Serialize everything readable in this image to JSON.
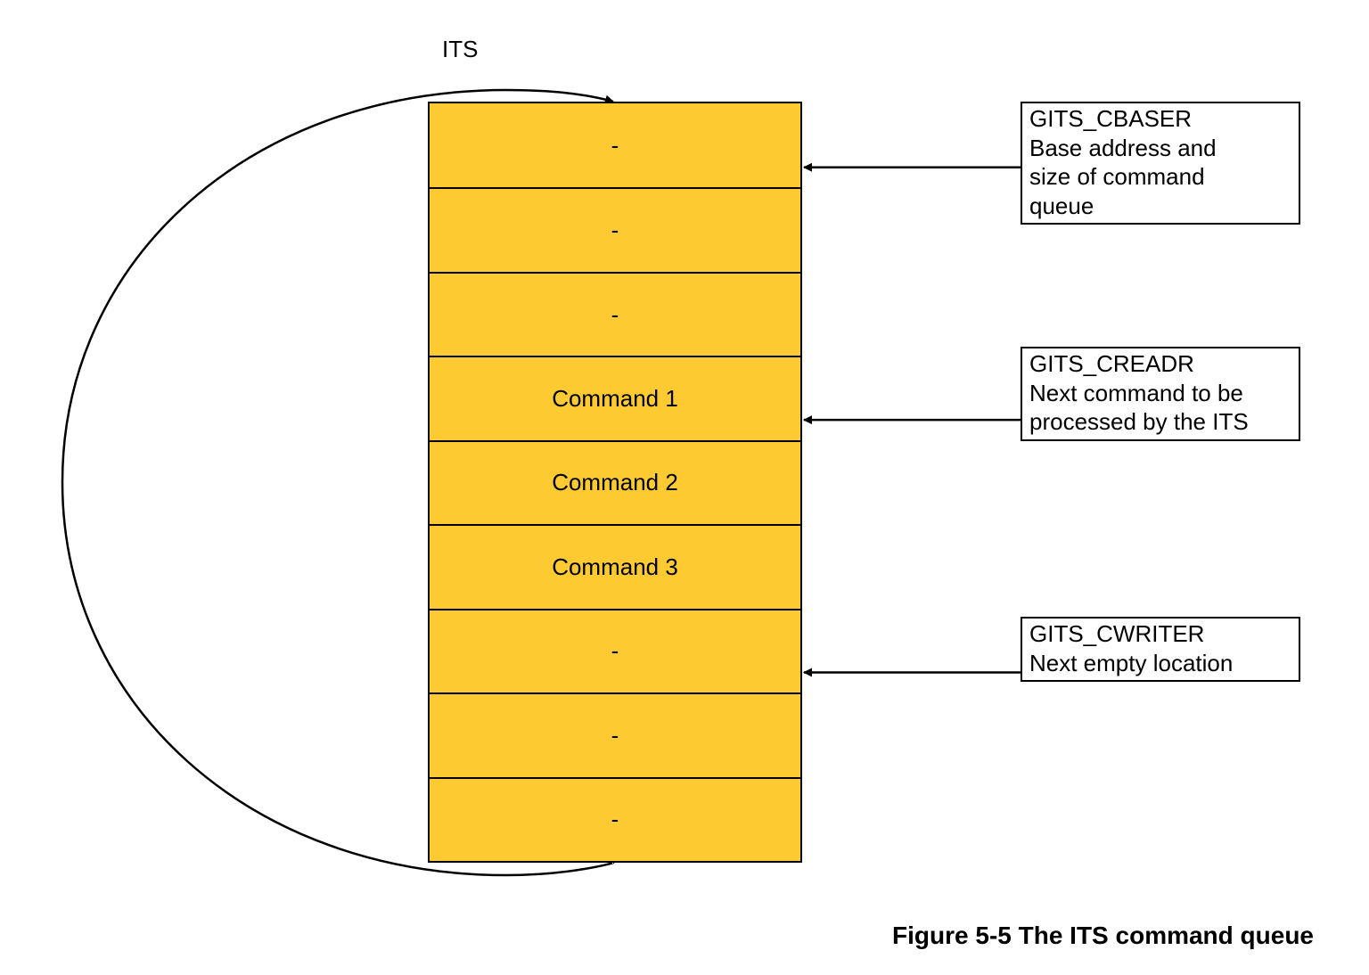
{
  "diagram": {
    "its_label": "ITS",
    "queue_fill": "#fdca32",
    "line_color": "#000000",
    "slots": [
      {
        "label": "-"
      },
      {
        "label": "-"
      },
      {
        "label": "-"
      },
      {
        "label": "Command 1"
      },
      {
        "label": "Command 2"
      },
      {
        "label": "Command 3"
      },
      {
        "label": "-"
      },
      {
        "label": "-"
      },
      {
        "label": "-"
      }
    ],
    "registers": [
      {
        "lines": [
          "GITS_CBASER",
          "Base address and",
          "size of command",
          "queue"
        ],
        "points_to_slot": 0
      },
      {
        "lines": [
          "GITS_CREADR",
          "Next command to be",
          "processed by the ITS"
        ],
        "points_to_slot": 3
      },
      {
        "lines": [
          "GITS_CWRITER",
          "Next empty location"
        ],
        "points_to_slot": 6
      }
    ],
    "caption": "Figure 5-5 The ITS command queue"
  }
}
